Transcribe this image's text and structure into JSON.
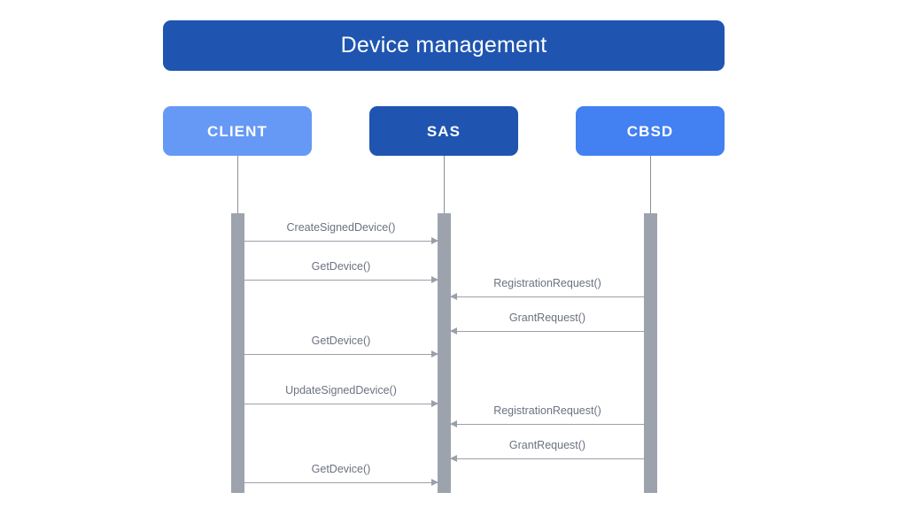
{
  "diagram": {
    "type": "sequence-diagram",
    "title": "Device management",
    "colors": {
      "title_banner": "#1f55b0",
      "client_box": "#6699f5",
      "sas_box": "#1f55b0",
      "cbsd_box": "#4380f2",
      "activation_bar": "#9da3ad",
      "message_line": "#9aa0aa",
      "message_label": "#6b7280",
      "background": "#ffffff"
    },
    "participants": [
      {
        "id": "client",
        "label": "CLIENT"
      },
      {
        "id": "sas",
        "label": "SAS"
      },
      {
        "id": "cbsd",
        "label": "CBSD"
      }
    ],
    "messages": [
      {
        "index": 1,
        "label": "CreateSignedDevice()",
        "from": "client",
        "to": "sas",
        "direction": "right"
      },
      {
        "index": 2,
        "label": "GetDevice()",
        "from": "client",
        "to": "sas",
        "direction": "right"
      },
      {
        "index": 3,
        "label": "RegistrationRequest()",
        "from": "cbsd",
        "to": "sas",
        "direction": "left"
      },
      {
        "index": 4,
        "label": "GrantRequest()",
        "from": "cbsd",
        "to": "sas",
        "direction": "left"
      },
      {
        "index": 5,
        "label": "GetDevice()",
        "from": "client",
        "to": "sas",
        "direction": "right"
      },
      {
        "index": 6,
        "label": "UpdateSignedDevice()",
        "from": "client",
        "to": "sas",
        "direction": "right"
      },
      {
        "index": 7,
        "label": "RegistrationRequest()",
        "from": "cbsd",
        "to": "sas",
        "direction": "left"
      },
      {
        "index": 8,
        "label": "GrantRequest()",
        "from": "cbsd",
        "to": "sas",
        "direction": "left"
      },
      {
        "index": 9,
        "label": "GetDevice()",
        "from": "client",
        "to": "sas",
        "direction": "right"
      }
    ]
  }
}
